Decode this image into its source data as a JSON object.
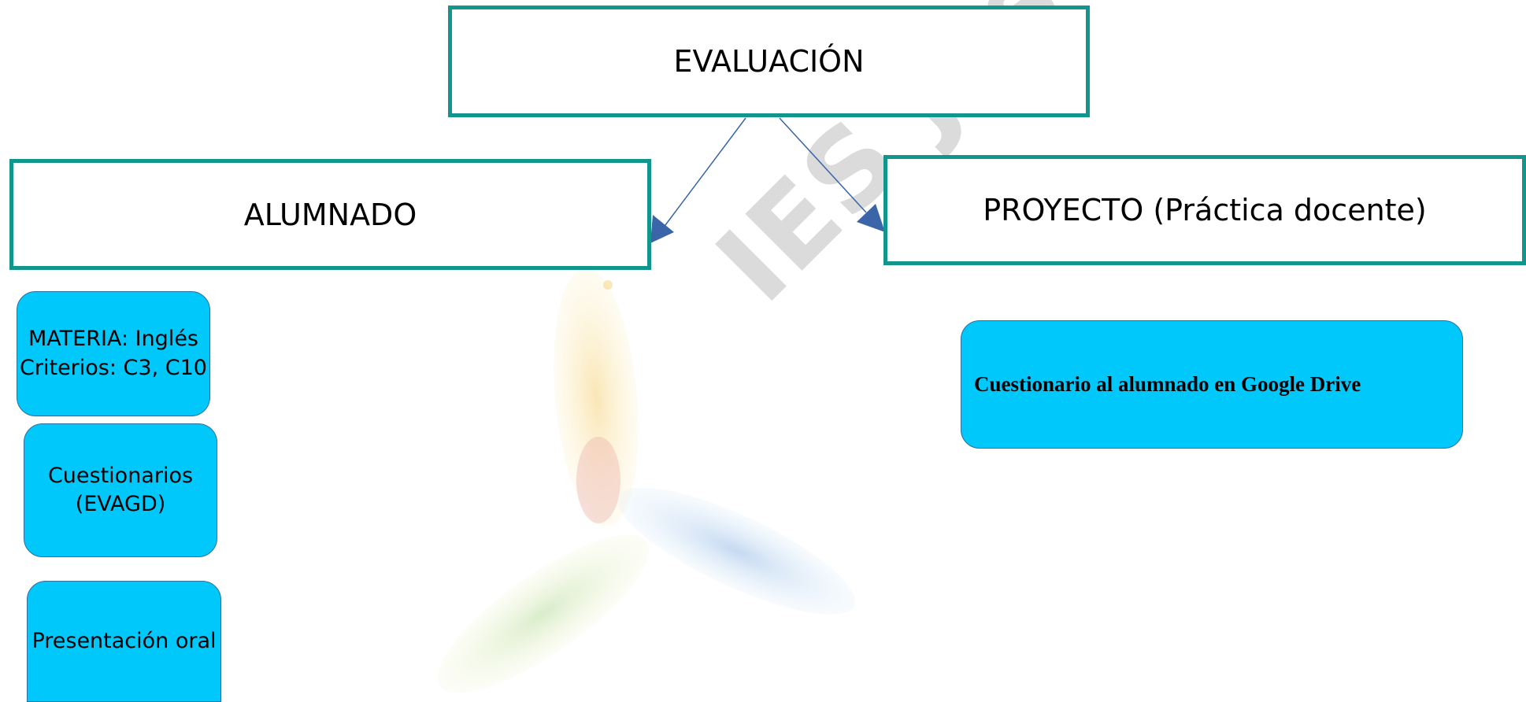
{
  "watermark": {
    "text": "IES José Zerpa"
  },
  "top": {
    "title": "EVALUACIÓN"
  },
  "left_branch": {
    "title": "ALUMNADO",
    "items": [
      "MATERIA: Inglés\nCriterios: C3, C10",
      "Cuestionarios\n(EVAGD)",
      "Presentación oral"
    ]
  },
  "right_branch": {
    "title": "PROYECTO (Práctica docente)",
    "items": [
      "Cuestionario al alumnado en Google Drive"
    ]
  },
  "colors": {
    "box_border": "#12958c",
    "pill_fill": "#00c8fb",
    "arrow": "#3a65a8"
  }
}
